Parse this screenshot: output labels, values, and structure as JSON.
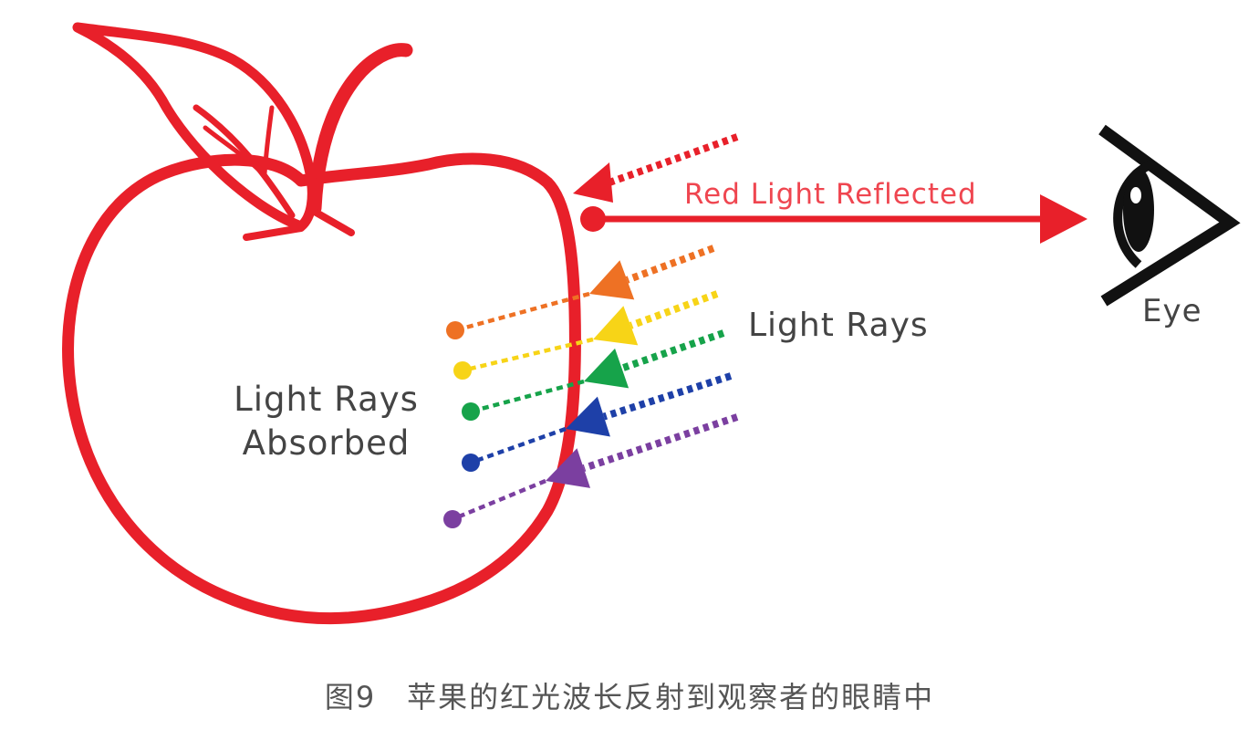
{
  "diagram": {
    "labels": {
      "reflected": "Red Light Reflected",
      "incoming": "Light Rays",
      "absorbed_line1": "Light Rays",
      "absorbed_line2": "Absorbed",
      "eye": "Eye"
    },
    "colors": {
      "apple": "#e8202a",
      "reflected_text": "#ef4650",
      "label_text": "#444444",
      "caption_text": "#555555",
      "eye": "#111111"
    },
    "rays": [
      {
        "color_name": "orange",
        "color": "#ee7124",
        "state": "absorbed"
      },
      {
        "color_name": "yellow",
        "color": "#f7d417",
        "state": "absorbed"
      },
      {
        "color_name": "green",
        "color": "#16a34a",
        "state": "absorbed"
      },
      {
        "color_name": "blue",
        "color": "#1e40a8",
        "state": "absorbed"
      },
      {
        "color_name": "purple",
        "color": "#7b3fa0",
        "state": "absorbed"
      },
      {
        "color_name": "red",
        "color": "#e8202a",
        "state": "reflected"
      }
    ],
    "icons": [
      "apple-icon",
      "eye-icon"
    ]
  },
  "caption": "图9　苹果的红光波长反射到观察者的眼睛中"
}
